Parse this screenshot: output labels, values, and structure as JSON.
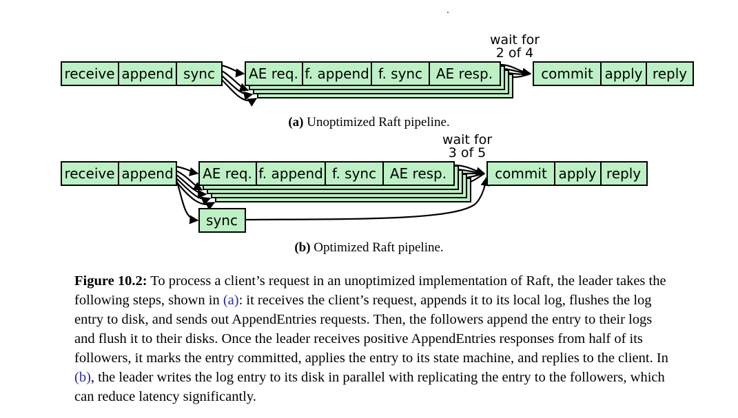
{
  "diagram_a": {
    "leader_pre": [
      "receive",
      "append",
      "sync"
    ],
    "follower": [
      "AE req.",
      "f. append",
      "f. sync",
      "AE resp."
    ],
    "wait_line1": "wait for",
    "wait_line2": "2 of 4",
    "post": [
      "commit",
      "apply",
      "reply"
    ],
    "caption_label": "(a)",
    "caption_text": " Unoptimized Raft pipeline."
  },
  "diagram_b": {
    "leader_pre": [
      "receive",
      "append"
    ],
    "follower": [
      "AE req.",
      "f. append",
      "f. sync",
      "AE resp."
    ],
    "sync_label": "sync",
    "wait_line1": "wait for",
    "wait_line2": "3 of 5",
    "post": [
      "commit",
      "apply",
      "reply"
    ],
    "caption_label": "(b)",
    "caption_text": " Optimized Raft pipeline."
  },
  "figure": {
    "label": "Figure 10.2:",
    "text_1": " To process a client’s request in an unoptimized implementation of Raft, the leader takes the following steps, shown in ",
    "ref_a": "(a)",
    "text_2": ": it receives the client’s request, appends it to its local log, flushes the log entry to disk, and sends out AppendEntries requests. Then, the followers append the entry to their logs and flush it to their disks. Once the leader receives positive AppendEntries responses from half of its followers, it marks the entry committed, applies the entry to its state machine, and replies to the client. In ",
    "ref_b": "(b)",
    "text_3": ", the leader writes the log entry to its disk in parallel with replicating the entry to the followers, which can reduce latency significantly."
  }
}
